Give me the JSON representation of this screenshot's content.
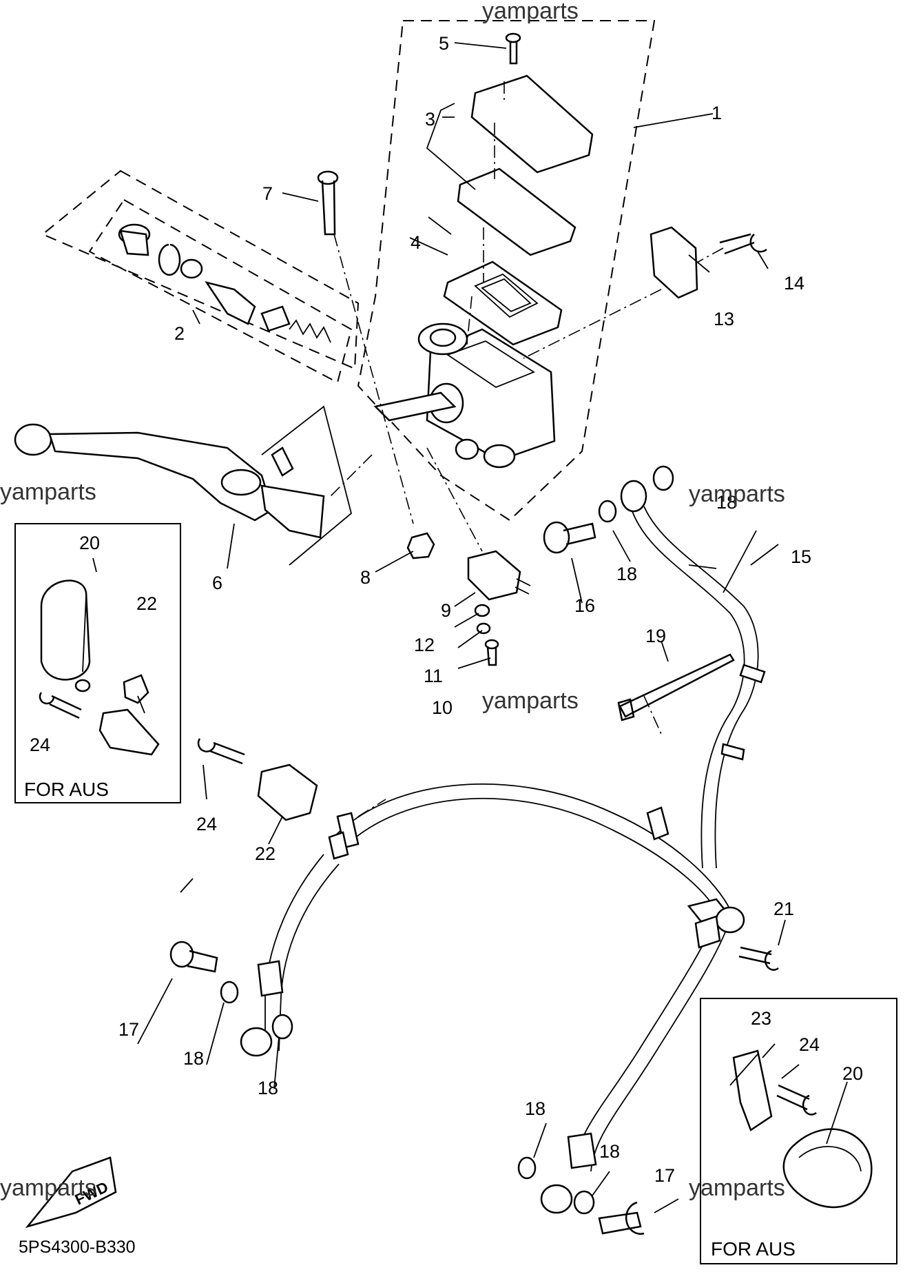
{
  "diagram_code": "5PS4300-B330",
  "watermark": "yamparts",
  "for_aus_label": "FOR AUS",
  "fwd_label": "FWD",
  "callouts": {
    "c1": "1",
    "c2": "2",
    "c3": "3",
    "c4": "4",
    "c5": "5",
    "c6": "6",
    "c7": "7",
    "c8": "8",
    "c9": "9",
    "c10": "10",
    "c11": "11",
    "c12": "12",
    "c13": "13",
    "c14": "14",
    "c15": "15",
    "c16": "16",
    "c17a": "17",
    "c17b": "17",
    "c18a": "18",
    "c18b": "18",
    "c18c": "18",
    "c18d": "18",
    "c18e": "18",
    "c18f": "18",
    "c19": "19",
    "c20a": "20",
    "c20b": "20",
    "c21": "21",
    "c22a": "22",
    "c22b": "22",
    "c23": "23",
    "c24a": "24",
    "c24b": "24",
    "c24c": "24"
  }
}
